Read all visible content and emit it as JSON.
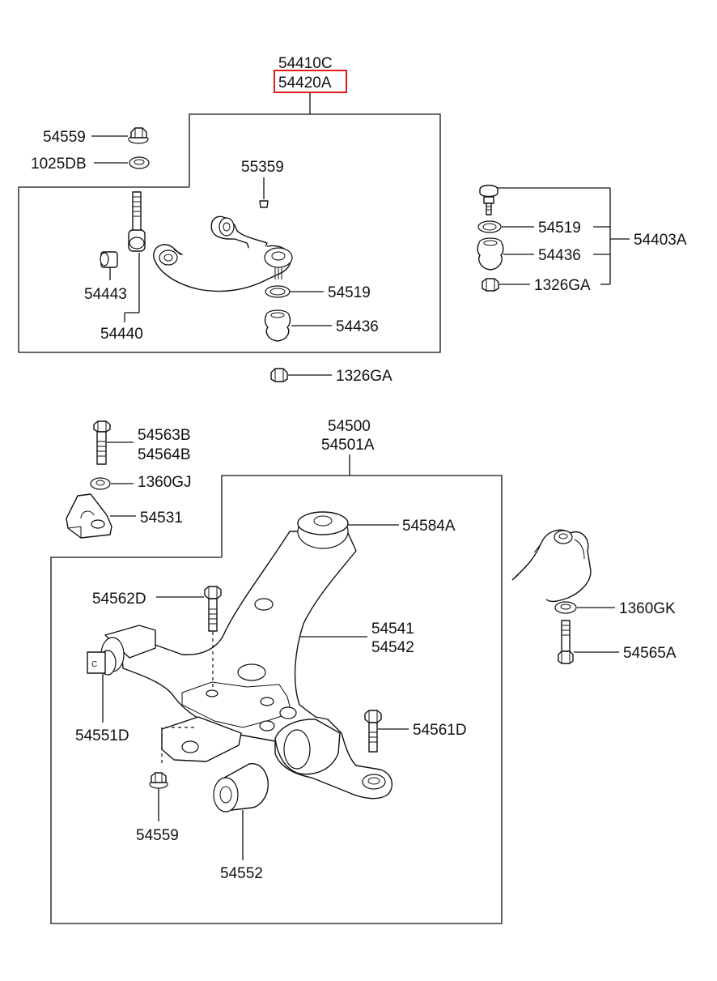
{
  "diagram": {
    "upper_arm": {
      "labels": [
        "54410C",
        "54420A"
      ],
      "highlighted": "54420A"
    },
    "parts_top": {
      "p54559": "54559",
      "p1025DB": "1025DB",
      "p55359": "55359",
      "p54443": "54443",
      "p54440": "54440",
      "p54519": "54519",
      "p54436": "54436",
      "p1326GA": "1326GA"
    },
    "ball_joint_kit": {
      "p54519": "54519",
      "p54436": "54436",
      "p1326GA": "1326GA",
      "kit": "54403A"
    },
    "lower_arm": {
      "labels": [
        "54500",
        "54501A"
      ]
    },
    "parts_left": {
      "p54563B": "54563B",
      "p54564B": "54564B",
      "p1360GJ": "1360GJ",
      "p54531": "54531"
    },
    "parts_lower": {
      "p54584A": "54584A",
      "p54562D": "54562D",
      "p54541": "54541",
      "p54542": "54542",
      "p54551D": "54551D",
      "p54561D": "54561D",
      "p54559": "54559",
      "p54552": "54552"
    },
    "parts_right": {
      "p1360GK": "1360GK",
      "p54565A": "54565A"
    },
    "highlight_color": "#e31b1b"
  }
}
